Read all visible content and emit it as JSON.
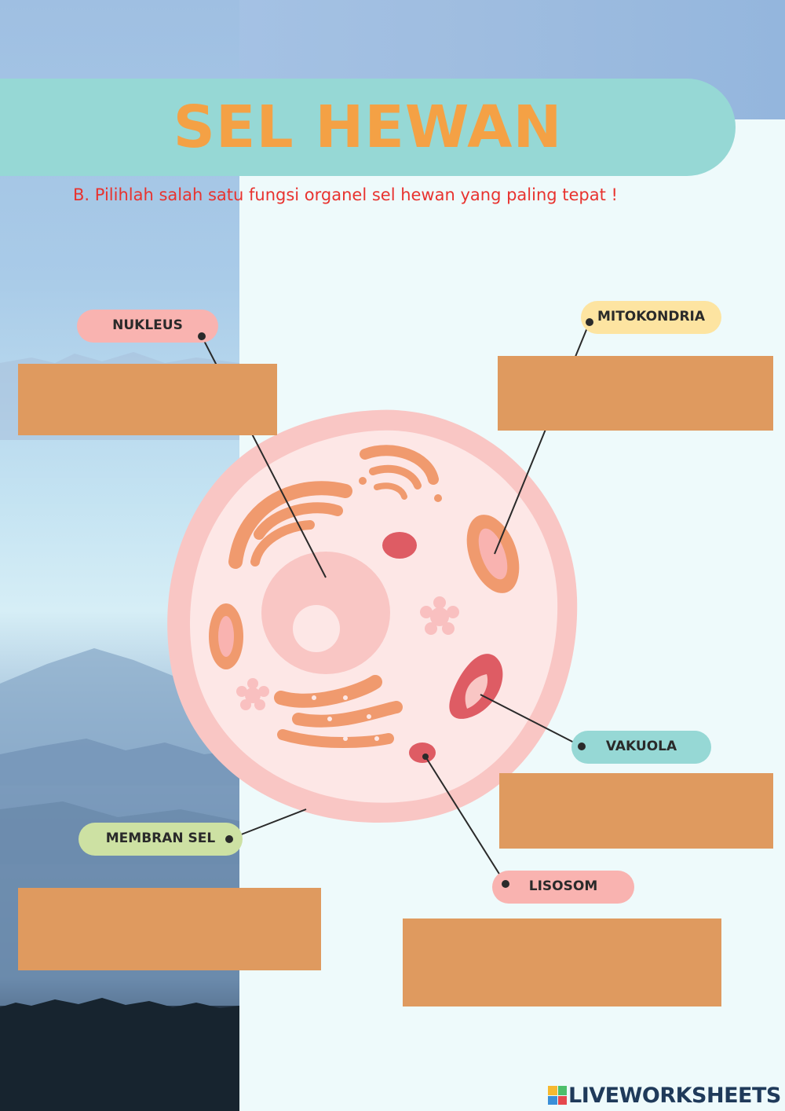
{
  "header": {
    "title": "SEL HEWAN",
    "instruction": "B. Pilihlah salah satu fungsi organel sel hewan yang paling tepat !"
  },
  "labels": {
    "nukleus": "NUKLEUS",
    "mitokondria": "MITOKONDRIA",
    "vakuola": "VAKUOLA",
    "membran_sel": "MEMBRAN SEL",
    "lisosom": "LISOSOM"
  },
  "colors": {
    "title": "#f4a145",
    "banner": "#96d8d5",
    "instruction": "#e8332f",
    "answer_box": "#df9a5f",
    "cell_membrane": "#f9c6c4",
    "cytoplasm": "#fde7e6",
    "organelle": "#f09a6e"
  },
  "footer": {
    "brand": "LIVEWORKSHEETS"
  }
}
